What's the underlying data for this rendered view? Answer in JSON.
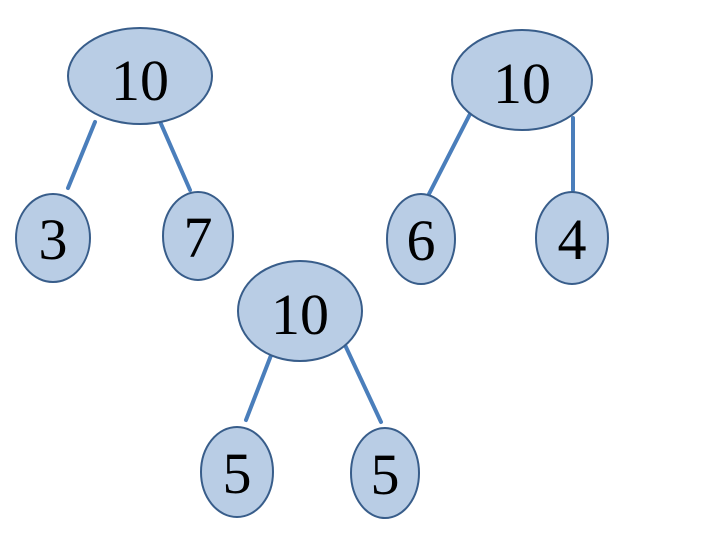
{
  "colors": {
    "node_fill": "#b9cde5",
    "node_stroke": "#385d8a",
    "edge": "#4a7ebb"
  },
  "trees": [
    {
      "root": {
        "label": "10"
      },
      "children": [
        {
          "label": "3"
        },
        {
          "label": "7"
        }
      ]
    },
    {
      "root": {
        "label": "10"
      },
      "children": [
        {
          "label": "6"
        },
        {
          "label": "4"
        }
      ]
    },
    {
      "root": {
        "label": "10"
      },
      "children": [
        {
          "label": "5"
        },
        {
          "label": "5"
        }
      ]
    }
  ]
}
